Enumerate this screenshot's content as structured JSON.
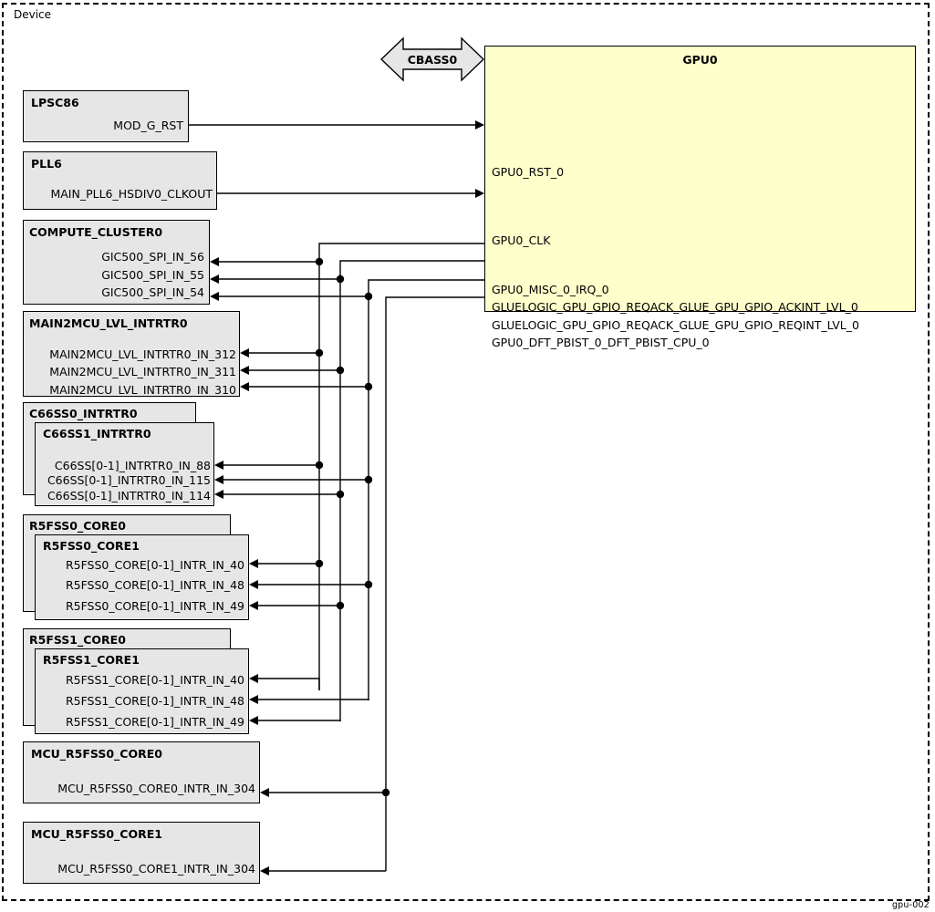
{
  "device": {
    "label": "Device"
  },
  "footer": {
    "text": "gpu-002"
  },
  "bus": {
    "label": "CBASS0"
  },
  "colors": {
    "block_fill": "#e6e6e6",
    "target_fill": "#ffffcc",
    "stroke": "#000000"
  },
  "target": {
    "title": "GPU0",
    "inputs": [
      {
        "label": "GPU0_RST_0"
      },
      {
        "label": "GPU0_CLK"
      }
    ],
    "outputs": [
      {
        "label": "GPU0_MISC_0_IRQ_0"
      },
      {
        "label": "GLUELOGIC_GPU_GPIO_REQACK_GLUE_GPU_GPIO_ACKINT_LVL_0"
      },
      {
        "label": "GLUELOGIC_GPU_GPIO_REQACK_GLUE_GPU_GPIO_REQINT_LVL_0"
      },
      {
        "label": "GPU0_DFT_PBIST_0_DFT_PBIST_CPU_0"
      }
    ]
  },
  "blocks": [
    {
      "title": "LPSC86",
      "signals": [
        "MOD_G_RST"
      ]
    },
    {
      "title": "PLL6",
      "signals": [
        "MAIN_PLL6_HSDIV0_CLKOUT"
      ]
    },
    {
      "title": "COMPUTE_CLUSTER0",
      "signals": [
        "GIC500_SPI_IN_56",
        "GIC500_SPI_IN_55",
        "GIC500_SPI_IN_54"
      ]
    },
    {
      "title": "MAIN2MCU_LVL_INTRTR0",
      "signals": [
        "MAIN2MCU_LVL_INTRTR0_IN_312",
        "MAIN2MCU_LVL_INTRTR0_IN_311",
        "MAIN2MCU_LVL_INTRTR0_IN_310"
      ]
    },
    {
      "title": "C66SS0_INTRTR0",
      "title_front": "C66SS1_INTRTR0",
      "signals": [
        "C66SS[0-1]_INTRTR0_IN_88",
        "C66SS[0-1]_INTRTR0_IN_115",
        "C66SS[0-1]_INTRTR0_IN_114"
      ]
    },
    {
      "title": "R5FSS0_CORE0",
      "title_front": "R5FSS0_CORE1",
      "signals": [
        "R5FSS0_CORE[0-1]_INTR_IN_40",
        "R5FSS0_CORE[0-1]_INTR_IN_48",
        "R5FSS0_CORE[0-1]_INTR_IN_49"
      ]
    },
    {
      "title": "R5FSS1_CORE0",
      "title_front": "R5FSS1_CORE1",
      "signals": [
        "R5FSS1_CORE[0-1]_INTR_IN_40",
        "R5FSS1_CORE[0-1]_INTR_IN_48",
        "R5FSS1_CORE[0-1]_INTR_IN_49"
      ]
    },
    {
      "title": "MCU_R5FSS0_CORE0",
      "signals": [
        "MCU_R5FSS0_CORE0_INTR_IN_304"
      ]
    },
    {
      "title": "MCU_R5FSS0_CORE1",
      "signals": [
        "MCU_R5FSS0_CORE1_INTR_IN_304"
      ]
    }
  ]
}
